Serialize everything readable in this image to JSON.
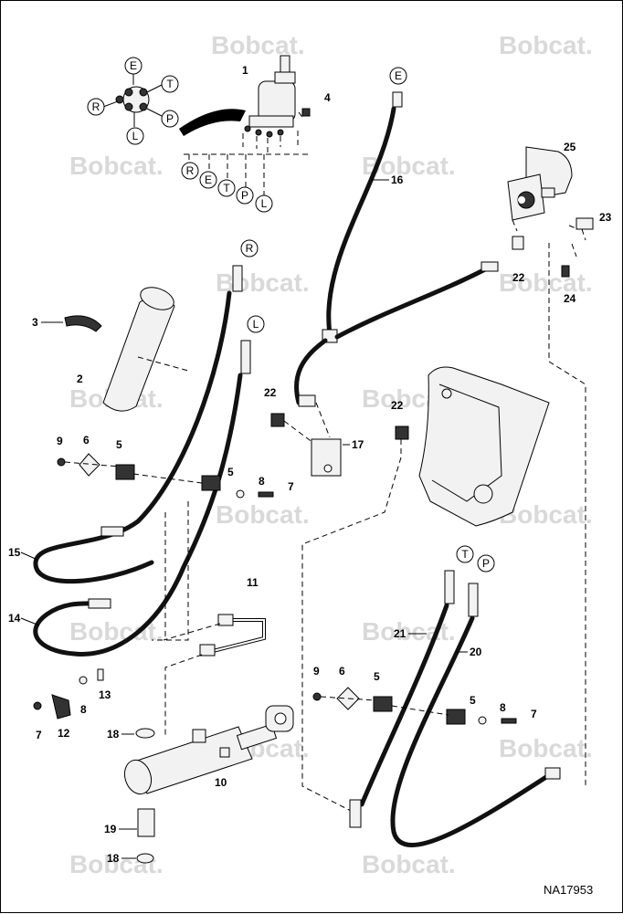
{
  "watermark": "Bobcat.",
  "figure_code": "NA17953",
  "ports": [
    "E",
    "T",
    "P",
    "L",
    "R"
  ],
  "port_list": [
    "R",
    "E",
    "T",
    "P",
    "L"
  ],
  "callouts": [
    "1",
    "2",
    "3",
    "4",
    "5",
    "5",
    "5",
    "5",
    "6",
    "6",
    "7",
    "7",
    "7",
    "8",
    "8",
    "8",
    "9",
    "9",
    "10",
    "11",
    "12",
    "13",
    "14",
    "15",
    "16",
    "17",
    "18",
    "18",
    "19",
    "20",
    "21",
    "22",
    "22",
    "22",
    "23",
    "24",
    "25"
  ]
}
